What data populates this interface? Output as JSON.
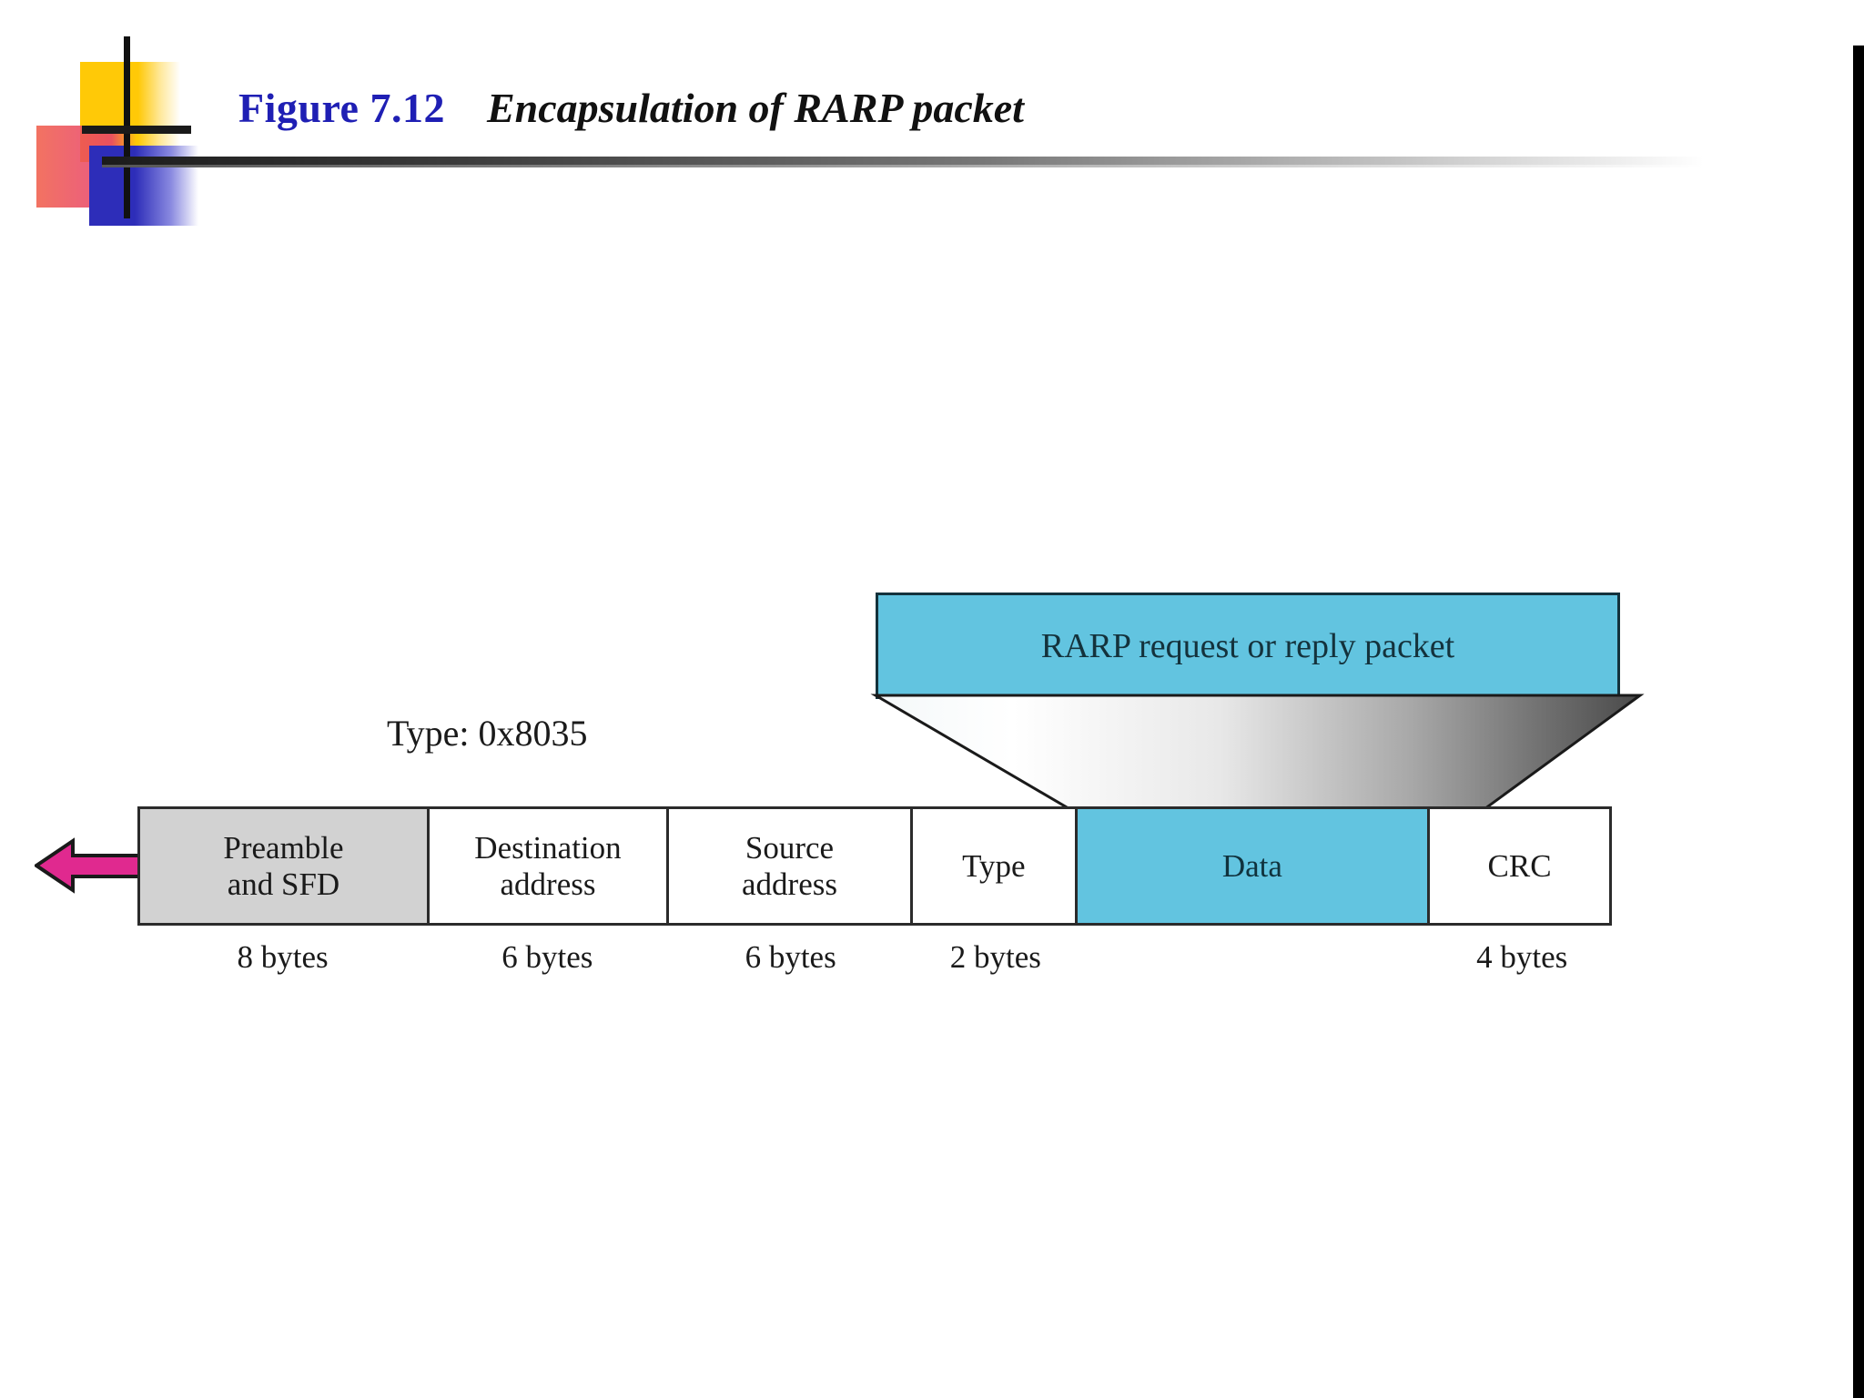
{
  "figure": {
    "number": "Figure 7.12",
    "caption": "Encapsulation of RARP packet",
    "number_color": "#1f1fb4",
    "caption_color": "#111111"
  },
  "diagram": {
    "payload_box": {
      "label": "RARP request or reply packet",
      "fill": "#62c4e0",
      "border": "#14323c"
    },
    "type_annotation": "Type: 0x8035",
    "flow_arrow": {
      "direction": "left",
      "fill": "#e0298f",
      "stroke": "#1a1a1a"
    },
    "funnel": {
      "gradient_from": "#ffffff",
      "gradient_to": "#6e6e6e",
      "stroke": "#1a1a1a"
    },
    "frame": {
      "fields": [
        {
          "line1": "Preamble",
          "line2": "and SFD",
          "size": "8 bytes",
          "style": "shaded",
          "width_pct": 19.7
        },
        {
          "line1": "Destination",
          "line2": "address",
          "size": "6 bytes",
          "style": "plain",
          "width_pct": 16.3
        },
        {
          "line1": "Source",
          "line2": "address",
          "size": "6 bytes",
          "style": "plain",
          "width_pct": 16.6
        },
        {
          "line1": "Type",
          "line2": "",
          "size": "2 bytes",
          "style": "plain",
          "width_pct": 11.2
        },
        {
          "line1": "Data",
          "line2": "",
          "size": "",
          "style": "payload",
          "width_pct": 24.0
        },
        {
          "line1": "CRC",
          "line2": "",
          "size": "4 bytes",
          "style": "plain",
          "width_pct": 12.2
        }
      ]
    }
  },
  "decoration": {
    "yellow": "#FFC907",
    "red": "#e63c6e",
    "blue": "#2d2db9",
    "bar": "#111111"
  },
  "page": {
    "background": "#ffffff",
    "right_bar_color": "#000000"
  }
}
